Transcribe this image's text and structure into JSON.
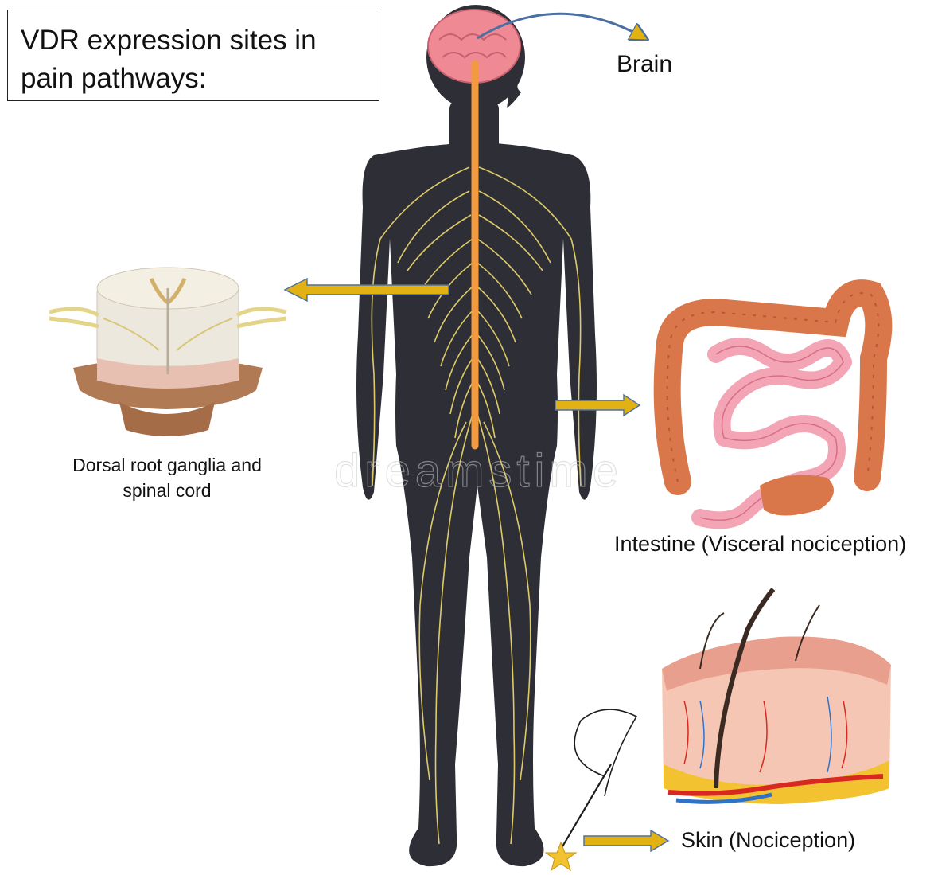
{
  "title": {
    "line1": "VDR expression sites in",
    "line2": "pain pathways:"
  },
  "labels": {
    "brain": "Brain",
    "drg_line1": "Dorsal root ganglia and",
    "drg_line2": "spinal cord",
    "intestine": "Intestine (Visceral nociception)",
    "skin": "Skin (Nociception)"
  },
  "watermark": "dreamstime",
  "colors": {
    "body": "#2e2f36",
    "nerve": "#e8d36a",
    "spinal_cord": "#f29a3f",
    "brain": "#ef8a94",
    "arrow_fill": "#e2b215",
    "arrow_outline": "#4b6fa3",
    "intestine_large": "#d9774a",
    "intestine_small": "#f3a4b5",
    "skin_surface": "#f2b9a4",
    "fat": "#f2c230",
    "artery": "#d8281f",
    "vein": "#2e73c8"
  }
}
